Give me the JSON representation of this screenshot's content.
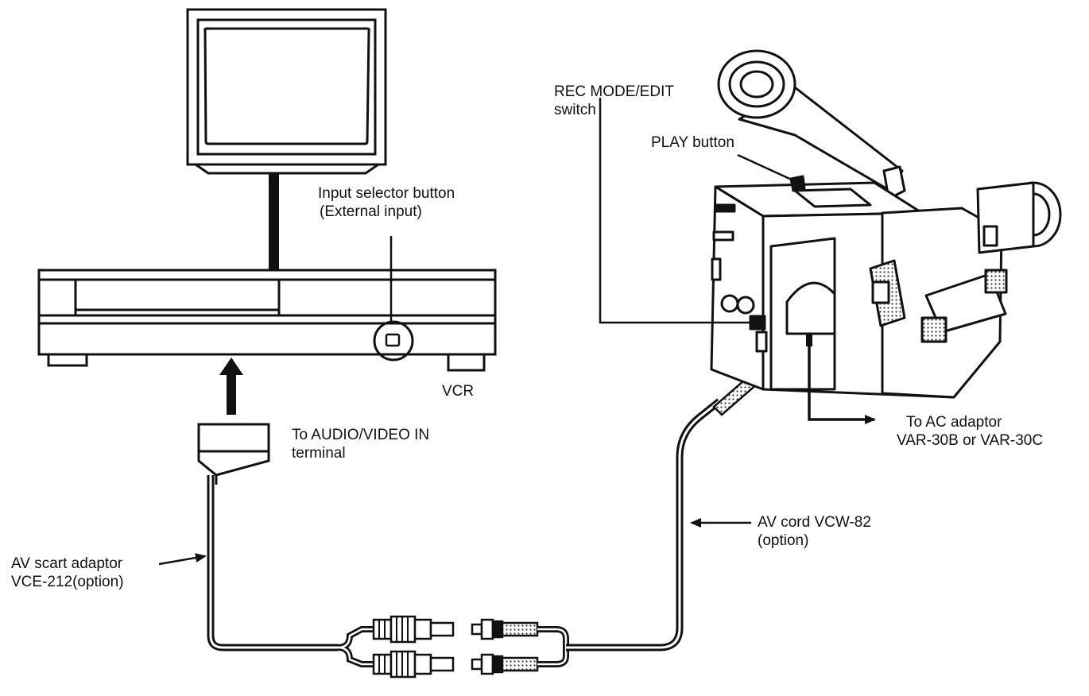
{
  "labels": {
    "rec_mode_line1": "REC MODE/EDIT",
    "rec_mode_line2": "switch",
    "play_button": "PLAY button",
    "input_selector_line1": "Input selector button",
    "input_selector_line2": "(External input)",
    "vcr": "VCR",
    "audio_video_in_line1": "To AUDIO/VIDEO IN",
    "audio_video_in_line2": "terminal",
    "ac_adaptor_line1": "To AC adaptor",
    "ac_adaptor_line2": "VAR-30B or VAR-30C",
    "av_cord_line1": "AV cord VCW-82",
    "av_cord_line2": "(option)",
    "scart_line1": "AV scart adaptor",
    "scart_line2": "VCE-212(option)"
  },
  "colors": {
    "ink": "#111111",
    "paper": "#ffffff",
    "shade": "#d9d9d9"
  }
}
